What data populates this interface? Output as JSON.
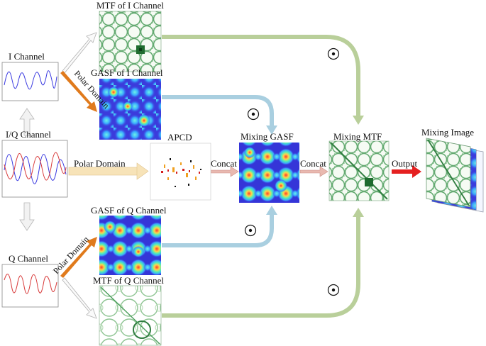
{
  "labels": {
    "mtf_i": "MTF of I Channel",
    "gasf_i": "GASF of I Channel",
    "i_channel": "I Channel",
    "iq_channel": "I/Q Channel",
    "q_channel": "Q Channel",
    "gasf_q": "GASF of Q Channel",
    "mtf_q": "MTF of Q Channel",
    "apcd": "APCD",
    "mixing_gasf": "Mixing GASF",
    "mixing_mtf": "Mixing MTF",
    "mixing_image": "Mixing Image",
    "polar_domain": "Polar Domain",
    "polar_domain_i": "Polar Domain",
    "polar_domain_q": "Polar Domain",
    "concat_1": "Concat",
    "concat_2": "Concat",
    "output": "Output",
    "odot": "⊙"
  },
  "colors": {
    "blue_signal": "#3a3ae0",
    "red_signal": "#d83a3a",
    "orange_arrow": "#e07a1c",
    "green_connector": "#b9cf9a",
    "blue_connector": "#a9cfe0",
    "concat_arrow": "#e9b9b0",
    "output_arrow": "#e52020",
    "polar_arrow": "#f7e3b8"
  }
}
